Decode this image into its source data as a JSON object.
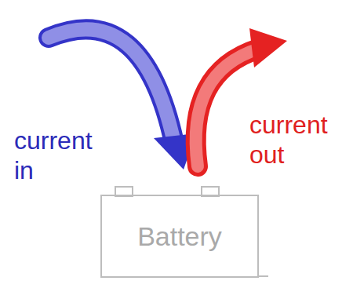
{
  "diagram": {
    "nodes": [
      {
        "text": [
          "Battery"
        ]
      }
    ],
    "labels": [
      "current in",
      "current out"
    ]
  }
}
